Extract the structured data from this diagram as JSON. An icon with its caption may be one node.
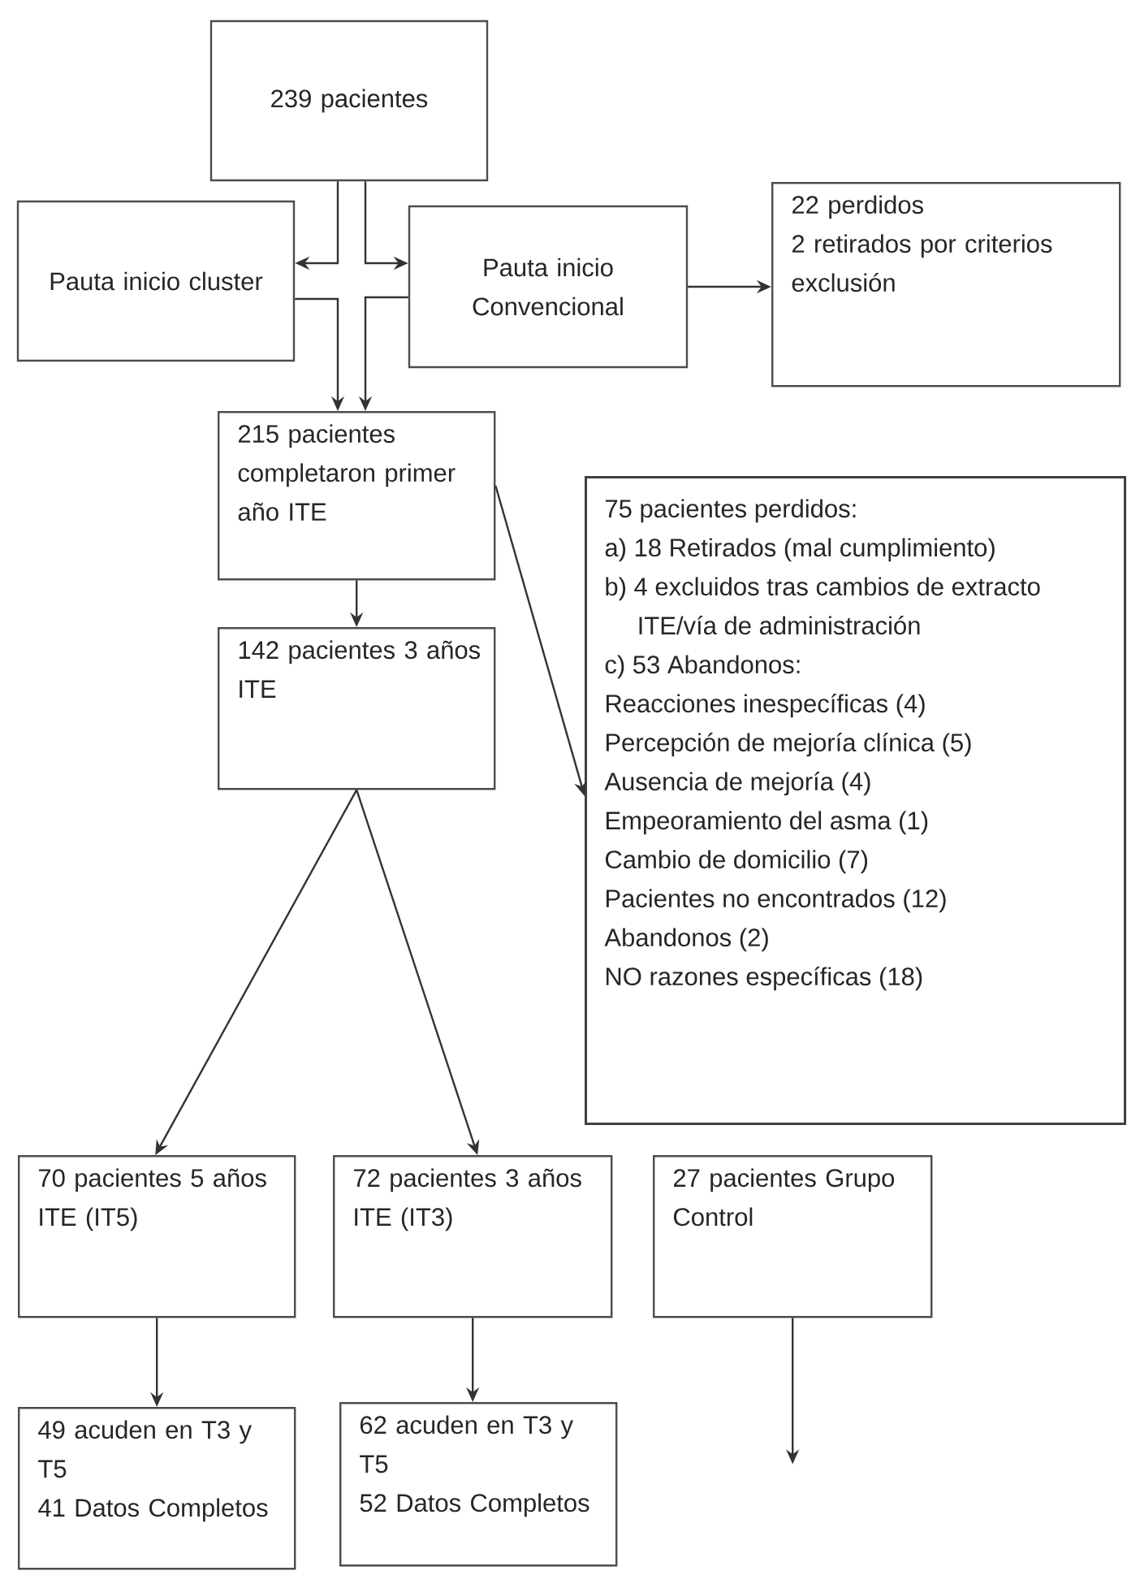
{
  "diagram": {
    "nodes": [
      {
        "text": [
          "239 pacientes"
        ]
      },
      {
        "text": [
          "Pauta inicio cluster"
        ]
      },
      {
        "text": [
          "Pauta inicio Convencional"
        ]
      },
      {
        "text": [
          "22 perdidos",
          "2 retirados por criterios exclusión"
        ]
      },
      {
        "text": [
          "215 pacientes completaron primer año ITE"
        ]
      },
      {
        "text": [
          "75 pacientes perdidos:",
          "a) 18 Retirados (mal cumplimiento)",
          "b) 4 excluidos tras cambios de extracto ITE/vía de administración",
          "c) 53 Abandonos:",
          "Reacciones inespecíficas (4)",
          "Percepción de mejoría clínica (5)",
          "Ausencia de mejoría (4)",
          "Empeoramiento del asma (1)",
          "Cambio de domicilio (7)",
          "Pacientes no encontrados (12)",
          "Abandonos (2)",
          "NO razones específicas (18)"
        ]
      },
      {
        "text": [
          "142 pacientes 3 años ITE"
        ]
      },
      {
        "text": [
          "70 pacientes 5 años ITE (IT5)"
        ]
      },
      {
        "text": [
          "72 pacientes 3 años ITE (IT3)"
        ]
      },
      {
        "text": [
          "27 pacientes Grupo Control"
        ]
      },
      {
        "text": [
          "49 acuden en T3 y T5",
          "41 Datos Completos"
        ]
      },
      {
        "text": [
          "62 acuden en T3 y T5",
          "52 Datos Completos"
        ]
      }
    ],
    "edges": [
      {
        "from": 0,
        "to": 1,
        "arrow": "to"
      },
      {
        "from": 0,
        "to": 2,
        "arrow": "to"
      },
      {
        "from": 1,
        "to": 4,
        "arrow": "to"
      },
      {
        "from": 2,
        "to": 4,
        "arrow": "to"
      },
      {
        "from": 2,
        "to": 3,
        "arrow": "to"
      },
      {
        "from": 4,
        "to": 5,
        "arrow": "to"
      },
      {
        "from": 4,
        "to": 6,
        "arrow": "to"
      },
      {
        "from": 6,
        "to": 7,
        "arrow": "to"
      },
      {
        "from": 6,
        "to": 8,
        "arrow": "to"
      },
      {
        "from": 7,
        "to": 10,
        "arrow": "to"
      },
      {
        "from": 8,
        "to": 11,
        "arrow": "to"
      },
      {
        "from": 9,
        "to": null,
        "arrow": "to"
      }
    ]
  }
}
